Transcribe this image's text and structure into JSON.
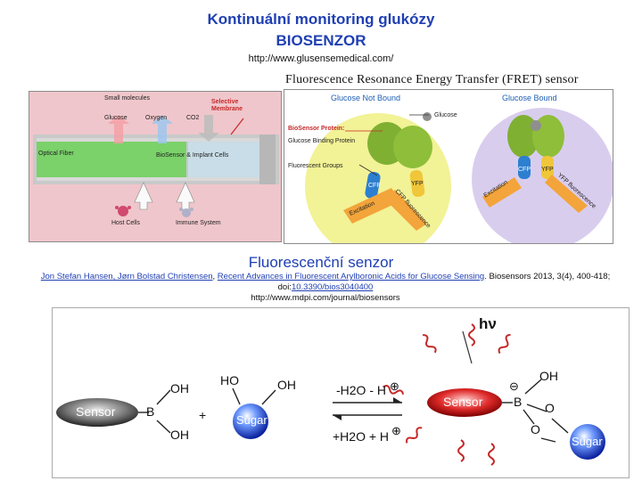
{
  "header": {
    "title_line1": "Kontinuální monitoring glukózy",
    "title_line2": "BIOSENZOR",
    "url": "http://www.glusensemedical.com/"
  },
  "fret": {
    "title": "Fluorescence Resonance Energy Transfer (FRET) sensor"
  },
  "implant_diagram": {
    "small_molecules": "Small molecules",
    "selective_membrane": "Selective Membrane",
    "glucose": "Glucose",
    "oxygen": "Oxygen",
    "co2": "CO2",
    "optical_fiber": "Optical Fiber",
    "biosensor_cells": "BioSensor & Implant Cells",
    "host_cells": "Host Cells",
    "immune_system": "Immune System"
  },
  "fret_diagram": {
    "not_bound": "Glucose Not Bound",
    "bound": "Glucose Bound",
    "glucose": "Glucose",
    "biosensor_protein": "BioSensor Protein:",
    "binding_protein": "Glucose Binding Protein",
    "fluorescent_groups": "Fluorescent Groups",
    "cfp": "CFP",
    "yfp": "YFP",
    "excitation": "Excitation",
    "cfp_fluorescence": "CFP fluorescence",
    "yfp_fluorescence": "YFP fluorescence"
  },
  "sensor_section": {
    "title": "Fluorescenční senzor",
    "authors": "Jon Stefan Hansen, Jørn Bolstad Christensen",
    "sep1": ", ",
    "article": "Recent Advances in Fluorescent Arylboronic Acids for Glucose Sensing",
    "journal": ". Biosensors 2013, 3(4), 400-418; doi:",
    "doi": "10.3390/bios3040400",
    "url": "http://www.mdpi.com/journal/biosensors"
  },
  "reaction": {
    "sensor": "Sensor",
    "sugar": "Sugar",
    "b": "B",
    "oh": "OH",
    "ho": "HO",
    "o": "O",
    "plus": "+",
    "forward": "-H2O - H",
    "reverse": "+H2O + H",
    "hv": "hν",
    "charge_plus": "⊕",
    "charge_minus": "⊖"
  }
}
